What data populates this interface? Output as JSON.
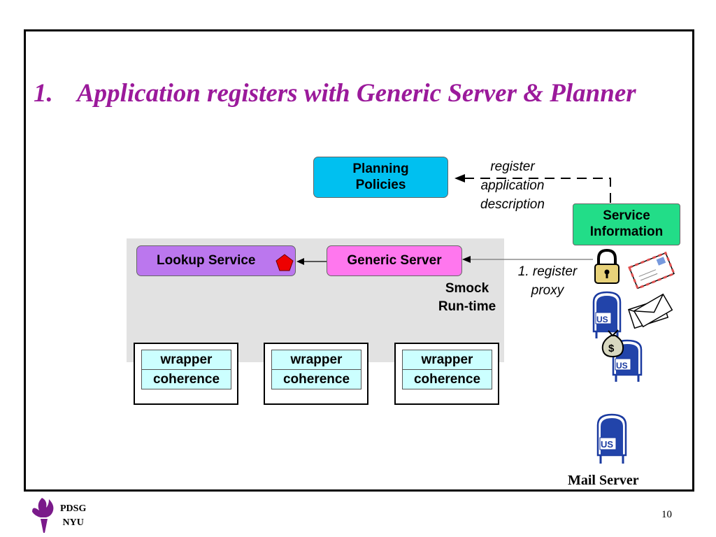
{
  "slide": {
    "title_number": "1.",
    "title_text": "Application registers with Generic Server & Planner",
    "page_number": "10"
  },
  "nodes": {
    "planning_policies": "Planning\nPolicies",
    "service_information": "Service\nInformation",
    "lookup_service": "Lookup Service",
    "generic_server": "Generic Server",
    "smock_runtime": "Smock\nRun-time",
    "mail_server": "Mail Server"
  },
  "edges": {
    "register_app_desc": "register\napplication\ndescription",
    "register_proxy": "1. register\nproxy"
  },
  "wrappers": [
    {
      "top": "wrapper",
      "bottom": "coherence"
    },
    {
      "top": "wrapper",
      "bottom": "coherence"
    },
    {
      "top": "wrapper",
      "bottom": "coherence"
    }
  ],
  "footer": {
    "logo_line1": "PDSG",
    "logo_line2": "NYU"
  },
  "colors": {
    "title": "#9b1a9b",
    "planning": "#00c0f0",
    "service_info": "#22dd88",
    "lookup": "#bb77ee",
    "generic": "#ff77ee",
    "wrapper_fill": "#ccffff",
    "runtime_bg": "#e2e2e2"
  },
  "icons": [
    "padlock-icon",
    "postcard-icon",
    "mailbox-icon",
    "envelopes-icon",
    "money-bag-icon",
    "red-pentagon-icon"
  ]
}
